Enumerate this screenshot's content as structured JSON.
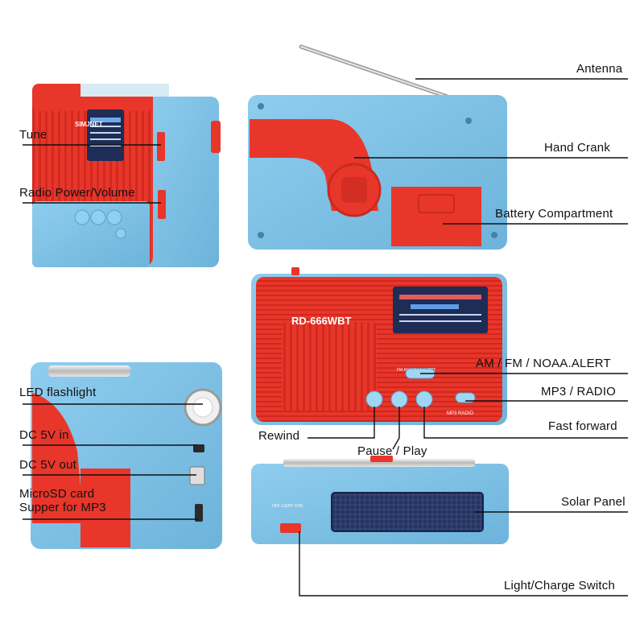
{
  "labels": {
    "antenna": "Antenna",
    "tune": "Tune",
    "hand_crank": "Hand Crank",
    "radio_power_volume": "Radio Power/Volume",
    "battery_compartment": "Battery Compartment",
    "am_fm_noaa_alert": "AM / FM / NOAA.ALERT",
    "led_flashlight": "LED flashlight",
    "mp3_radio": "MP3 / RADIO",
    "dc_5v_in": "DC 5V in",
    "fast_forward": "Fast forward",
    "rewind": "Rewind",
    "pause_play": "Pause / Play",
    "dc_5v_out": "DC 5V out",
    "microsd_line1": "MicroSD card",
    "microsd_line2": "Supper for MP3",
    "solar_panel": "Solar Panel",
    "light_charge_switch": "Light/Charge Switch"
  },
  "device": {
    "model": "RD-666WBT",
    "brand": "SIMJNET",
    "switch_print": "FM AM NOAA ALERT",
    "mp3_radio_print": "MP3 RADIO",
    "side_switch_print": "OFF  LIGHT  CHG"
  },
  "colors": {
    "body_blue": "#7fc3e6",
    "body_red": "#e8362a",
    "dark_panel": "#1d2d55",
    "line": "#111111"
  }
}
